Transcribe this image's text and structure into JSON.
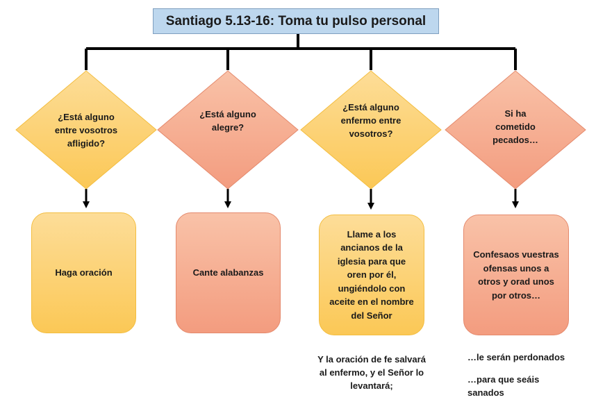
{
  "title": "Santiago 5.13-16: Toma tu pulso personal",
  "colors": {
    "title_fill": "#bdd7ee",
    "yellow_fill": "#fcd174",
    "salmon_fill": "#f5a88a",
    "connector": "#000000"
  },
  "columns": [
    {
      "question": "¿Está alguno entre vosotros afligido?",
      "action": "Haga oración",
      "color": "yellow"
    },
    {
      "question": "¿Está alguno alegre?",
      "action": "Cante alabanzas",
      "color": "salmon"
    },
    {
      "question": "¿Está alguno enfermo entre vosotros?",
      "action": "Llame a los ancianos de la iglesia para que oren por él, ungiéndolo con aceite en el nombre del Señor",
      "color": "yellow",
      "notes": [
        "Y la oración de fe salvará al enfermo, y el Señor lo levantará;"
      ]
    },
    {
      "question": "Si ha cometido pecados…",
      "action": "Confesaos vuestras ofensas unos a otros y orad unos por otros…",
      "color": "salmon",
      "notes": [
        "…le serán perdonados",
        "…para que seáis sanados"
      ]
    }
  ]
}
